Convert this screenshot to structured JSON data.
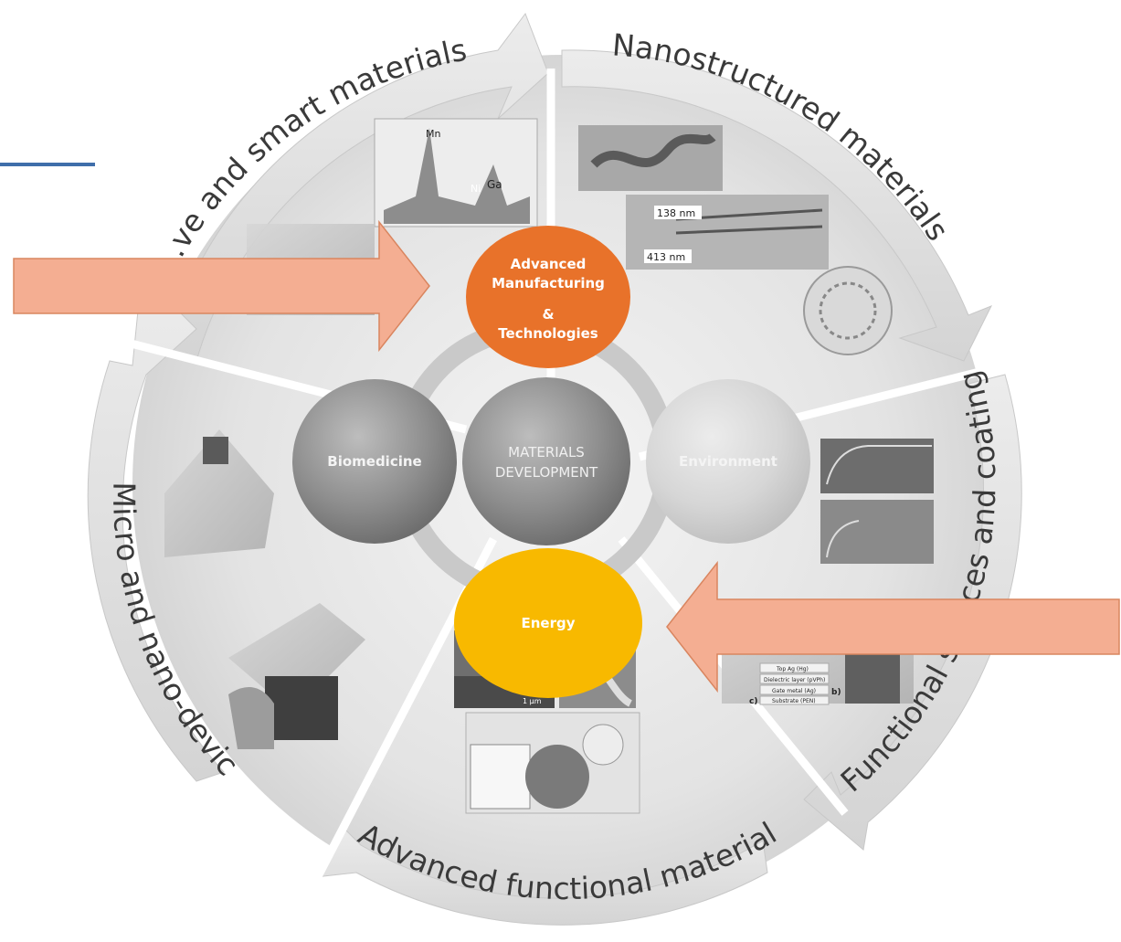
{
  "sectors": {
    "adaptive": "…ve and smart materials",
    "nanostructured": "Nanostructured materials",
    "functional": "Functional s…aces and coatings",
    "advanced": "Advanced functional materials",
    "micro": "Micro and nano-devices"
  },
  "center": {
    "line1": "MATERIALS",
    "line2": "DEVELOPMENT"
  },
  "left_orb": "Biomedicine",
  "right_orb": "Environment",
  "top_orb": {
    "line1": "Advanced",
    "line2": "Manufacturing",
    "line3": "&",
    "line4": "Technologies"
  },
  "bottom_orb": "Energy",
  "image_labels": {
    "mn": "Mn",
    "ni": "Ni",
    "ga": "Ga",
    "nm138": "138 nm",
    "nm413": "413 nm",
    "scale_1um": "1 μm",
    "stack_top": "Top Ag (Hg)",
    "stack_mid": "Dielectric layer (pVPh)",
    "stack_gate": "Gate metal (Ag)",
    "stack_sub": "Substrate (PEN)",
    "fig_b": "b)",
    "fig_c": "c)"
  },
  "colors": {
    "accent_orange": "#e8722a",
    "accent_yellow": "#f8b900",
    "arrow_salmon": "#f4ae92",
    "arrow_outline": "#d9855f",
    "blue_line": "#3f6eaa"
  }
}
